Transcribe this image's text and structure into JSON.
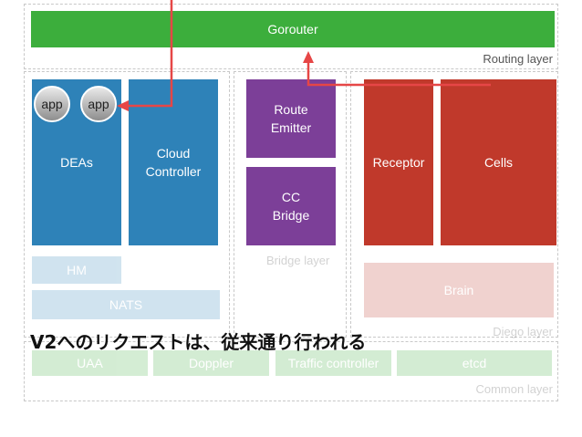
{
  "routing": {
    "gorouter": "Gorouter",
    "layer_label": "Routing layer"
  },
  "dea": {
    "app1": "app",
    "app2": "app",
    "deas": "DEAs",
    "cloud_controller": "Cloud\nController",
    "hm": "HM",
    "nats": "NATS"
  },
  "bridge": {
    "route_emitter": "Route\nEmitter",
    "cc_bridge": "CC\nBridge",
    "layer_label": "Bridge layer"
  },
  "diego": {
    "receptor": "Receptor",
    "cells": "Cells",
    "brain": "Brain",
    "layer_label": "Diego layer"
  },
  "common": {
    "uaa": "UAA",
    "doppler": "Doppler",
    "traffic_controller": "Traffic controller",
    "etcd": "etcd",
    "layer_label": "Common layer"
  },
  "message": "V2へのリクエストは、従来通り行われる",
  "colors": {
    "green": "#3cae3c",
    "blue": "#2e82b8",
    "purple": "#7c3f98",
    "red": "#c0392b",
    "arrow": "#e64646"
  }
}
